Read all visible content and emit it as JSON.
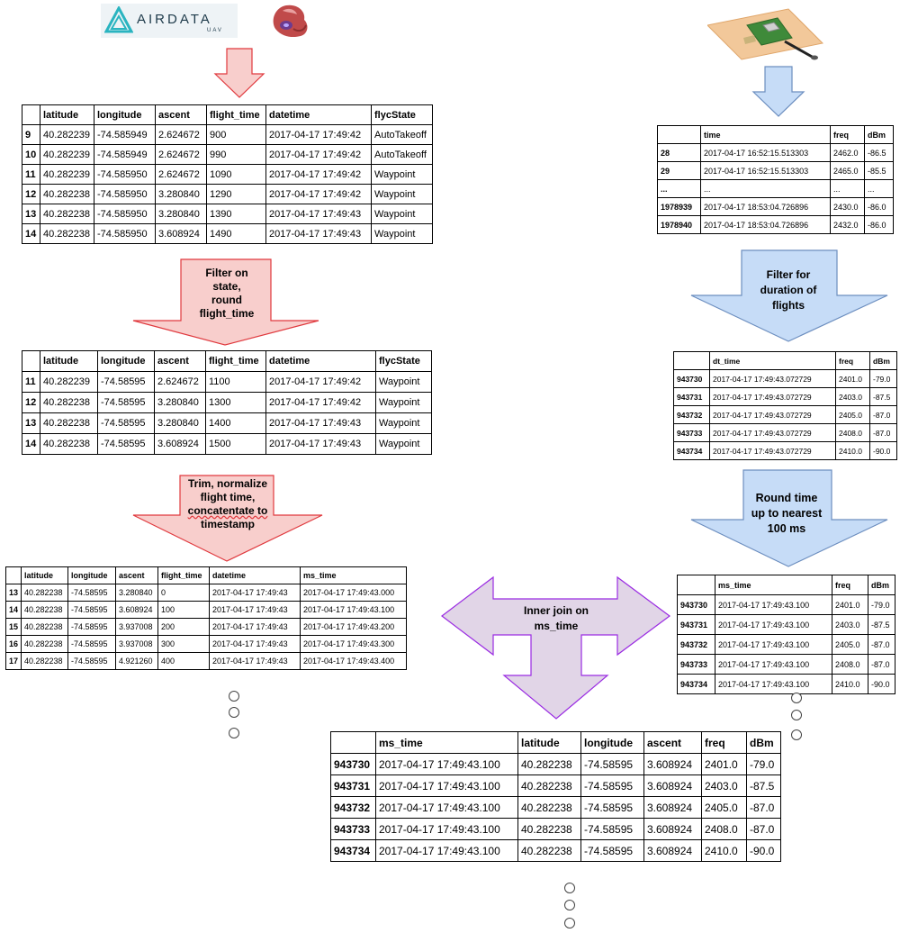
{
  "logo": {
    "brand": "AIRDATA",
    "sub": "UAV"
  },
  "drone_table": {
    "columns": [
      "",
      "latitude",
      "longitude",
      "ascent",
      "flight_time",
      "datetime",
      "flycState"
    ],
    "rows": [
      [
        "9",
        "40.282239",
        "-74.585949",
        "2.624672",
        "900",
        "2017-04-17 17:49:42",
        "AutoTakeoff"
      ],
      [
        "10",
        "40.282239",
        "-74.585949",
        "2.624672",
        "990",
        "2017-04-17 17:49:42",
        "AutoTakeoff"
      ],
      [
        "11",
        "40.282239",
        "-74.585950",
        "2.624672",
        "1090",
        "2017-04-17 17:49:42",
        "Waypoint"
      ],
      [
        "12",
        "40.282238",
        "-74.585950",
        "3.280840",
        "1290",
        "2017-04-17 17:49:42",
        "Waypoint"
      ],
      [
        "13",
        "40.282238",
        "-74.585950",
        "3.280840",
        "1390",
        "2017-04-17 17:49:43",
        "Waypoint"
      ],
      [
        "14",
        "40.282238",
        "-74.585950",
        "3.608924",
        "1490",
        "2017-04-17 17:49:43",
        "Waypoint"
      ]
    ]
  },
  "arrow_filter_state": {
    "lines": [
      "Filter on",
      "state,",
      "round",
      "flight_time"
    ]
  },
  "filtered_table": {
    "columns": [
      "",
      "latitude",
      "longitude",
      "ascent",
      "flight_time",
      "datetime",
      "flycState"
    ],
    "rows": [
      [
        "11",
        "40.282239",
        "-74.58595",
        "2.624672",
        "1100",
        "2017-04-17 17:49:42",
        "Waypoint"
      ],
      [
        "12",
        "40.282238",
        "-74.58595",
        "3.280840",
        "1300",
        "2017-04-17 17:49:42",
        "Waypoint"
      ],
      [
        "13",
        "40.282238",
        "-74.58595",
        "3.280840",
        "1400",
        "2017-04-17 17:49:43",
        "Waypoint"
      ],
      [
        "14",
        "40.282238",
        "-74.58595",
        "3.608924",
        "1500",
        "2017-04-17 17:49:43",
        "Waypoint"
      ]
    ]
  },
  "arrow_trim": {
    "lines": [
      "Trim, normalize",
      "flight time,",
      "concatentate to",
      "timestamp"
    ]
  },
  "normalized_table": {
    "columns": [
      "",
      "latitude",
      "longitude",
      "ascent",
      "flight_time",
      "datetime",
      "ms_time"
    ],
    "rows": [
      [
        "13",
        "40.282238",
        "-74.58595",
        "3.280840",
        "0",
        "2017-04-17 17:49:43",
        "2017-04-17 17:49:43.000"
      ],
      [
        "14",
        "40.282238",
        "-74.58595",
        "3.608924",
        "100",
        "2017-04-17 17:49:43",
        "2017-04-17 17:49:43.100"
      ],
      [
        "15",
        "40.282238",
        "-74.58595",
        "3.937008",
        "200",
        "2017-04-17 17:49:43",
        "2017-04-17 17:49:43.200"
      ],
      [
        "16",
        "40.282238",
        "-74.58595",
        "3.937008",
        "300",
        "2017-04-17 17:49:43",
        "2017-04-17 17:49:43.300"
      ],
      [
        "17",
        "40.282238",
        "-74.58595",
        "4.921260",
        "400",
        "2017-04-17 17:49:43",
        "2017-04-17 17:49:43.400"
      ]
    ]
  },
  "spectrum_table": {
    "columns": [
      "",
      "time",
      "freq",
      "dBm"
    ],
    "rows": [
      [
        "28",
        "2017-04-17 16:52:15.513303",
        "2462.0",
        "-86.5"
      ],
      [
        "29",
        "2017-04-17 16:52:15.513303",
        "2465.0",
        "-85.5"
      ],
      [
        "...",
        "...",
        "...",
        "..."
      ],
      [
        "1978939",
        "2017-04-17 18:53:04.726896",
        "2430.0",
        "-86.0"
      ],
      [
        "1978940",
        "2017-04-17 18:53:04.726896",
        "2432.0",
        "-86.0"
      ]
    ]
  },
  "arrow_filter_duration": {
    "lines": [
      "Filter for",
      "duration of",
      "flights"
    ]
  },
  "duration_table": {
    "columns": [
      "",
      "dt_time",
      "freq",
      "dBm"
    ],
    "rows": [
      [
        "943730",
        "2017-04-17 17:49:43.072729",
        "2401.0",
        "-79.0"
      ],
      [
        "943731",
        "2017-04-17 17:49:43.072729",
        "2403.0",
        "-87.5"
      ],
      [
        "943732",
        "2017-04-17 17:49:43.072729",
        "2405.0",
        "-87.0"
      ],
      [
        "943733",
        "2017-04-17 17:49:43.072729",
        "2408.0",
        "-87.0"
      ],
      [
        "943734",
        "2017-04-17 17:49:43.072729",
        "2410.0",
        "-90.0"
      ]
    ]
  },
  "arrow_round": {
    "lines": [
      "Round time",
      "up to nearest",
      "100 ms"
    ]
  },
  "rounded_table": {
    "columns": [
      "",
      "ms_time",
      "freq",
      "dBm"
    ],
    "rows": [
      [
        "943730",
        "2017-04-17 17:49:43.100",
        "2401.0",
        "-79.0"
      ],
      [
        "943731",
        "2017-04-17 17:49:43.100",
        "2403.0",
        "-87.5"
      ],
      [
        "943732",
        "2017-04-17 17:49:43.100",
        "2405.0",
        "-87.0"
      ],
      [
        "943733",
        "2017-04-17 17:49:43.100",
        "2408.0",
        "-87.0"
      ],
      [
        "943734",
        "2017-04-17 17:49:43.100",
        "2410.0",
        "-90.0"
      ]
    ]
  },
  "arrow_join": {
    "lines": [
      "Inner join  on",
      "ms_time"
    ]
  },
  "joined_table": {
    "columns": [
      "",
      "ms_time",
      "latitude",
      "longitude",
      "ascent",
      "freq",
      "dBm"
    ],
    "rows": [
      [
        "943730",
        "2017-04-17 17:49:43.100",
        "40.282238",
        "-74.58595",
        "3.608924",
        "2401.0",
        "-79.0"
      ],
      [
        "943731",
        "2017-04-17 17:49:43.100",
        "40.282238",
        "-74.58595",
        "3.608924",
        "2403.0",
        "-87.5"
      ],
      [
        "943732",
        "2017-04-17 17:49:43.100",
        "40.282238",
        "-74.58595",
        "3.608924",
        "2405.0",
        "-87.0"
      ],
      [
        "943733",
        "2017-04-17 17:49:43.100",
        "40.282238",
        "-74.58595",
        "3.608924",
        "2408.0",
        "-87.0"
      ],
      [
        "943734",
        "2017-04-17 17:49:43.100",
        "40.282238",
        "-74.58595",
        "3.608924",
        "2410.0",
        "-90.0"
      ]
    ]
  },
  "colors": {
    "red_fill": "#f8cecc",
    "red_stroke": "#e0393e",
    "blue_fill": "#c6dcf7",
    "blue_stroke": "#6c8ebf",
    "purple_fill": "#e1d5e7",
    "purple_stroke": "#9a2be2",
    "logo_teal": "#2ab4c0"
  }
}
